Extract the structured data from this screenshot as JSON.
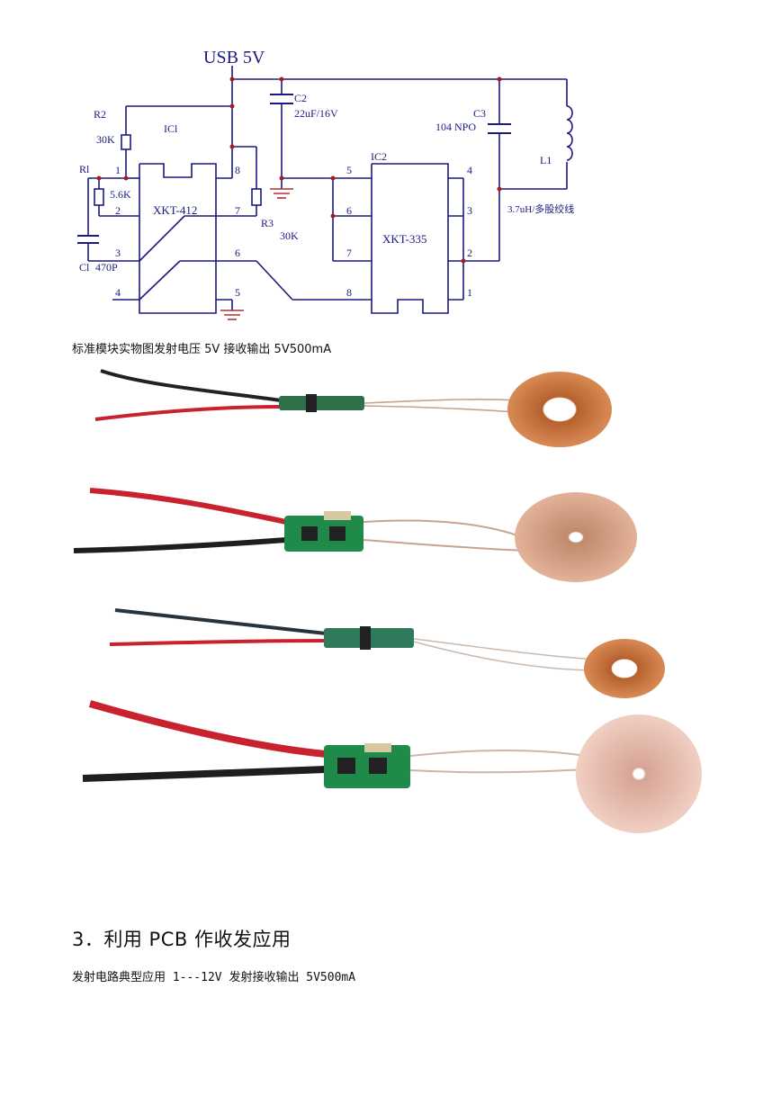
{
  "schematic": {
    "supply_label": "USB 5V",
    "ic1": {
      "ref": "ICl",
      "part": "XKT-412",
      "pins_left": [
        "1",
        "2",
        "3",
        "4"
      ],
      "pins_right": [
        "8",
        "7",
        "6",
        "5"
      ]
    },
    "ic2": {
      "ref": "IC2",
      "part": "XKT-335",
      "pins_left": [
        "5",
        "6",
        "7",
        "8"
      ],
      "pins_right": [
        "4",
        "3",
        "2",
        "1"
      ]
    },
    "r1": {
      "ref": "Rl",
      "value": "5.6K"
    },
    "r2": {
      "ref": "R2",
      "value": "30K"
    },
    "r3": {
      "ref": "R3",
      "value": "30K"
    },
    "c1": {
      "ref": "Cl",
      "value": "470P"
    },
    "c2": {
      "ref": "C2",
      "value": "22uF/16V"
    },
    "c3": {
      "ref": "C3",
      "value": "104  NPO"
    },
    "l1": {
      "ref": "L1",
      "value": "3.7uH/多股绞线"
    },
    "colors": {
      "wire": "#1a1a80",
      "ground": "#b33030",
      "node": "#a02020"
    }
  },
  "captions": {
    "module_photo": "标准模块实物图发射电压 5V 接收输出 5V500mA",
    "section_title": "3．利用 PCB 作收发应用",
    "pcb_app": "发射电路典型应用 1---12V 发射接收输出 5V500mA"
  },
  "photos": [
    {
      "name": "module-photo-1",
      "coil_color": "#c8743f"
    },
    {
      "name": "module-photo-2",
      "coil_color": "#d29a7a"
    },
    {
      "name": "module-photo-3",
      "coil_color": "#c8743f"
    },
    {
      "name": "module-photo-4",
      "coil_color": "#dfb2a2"
    }
  ]
}
